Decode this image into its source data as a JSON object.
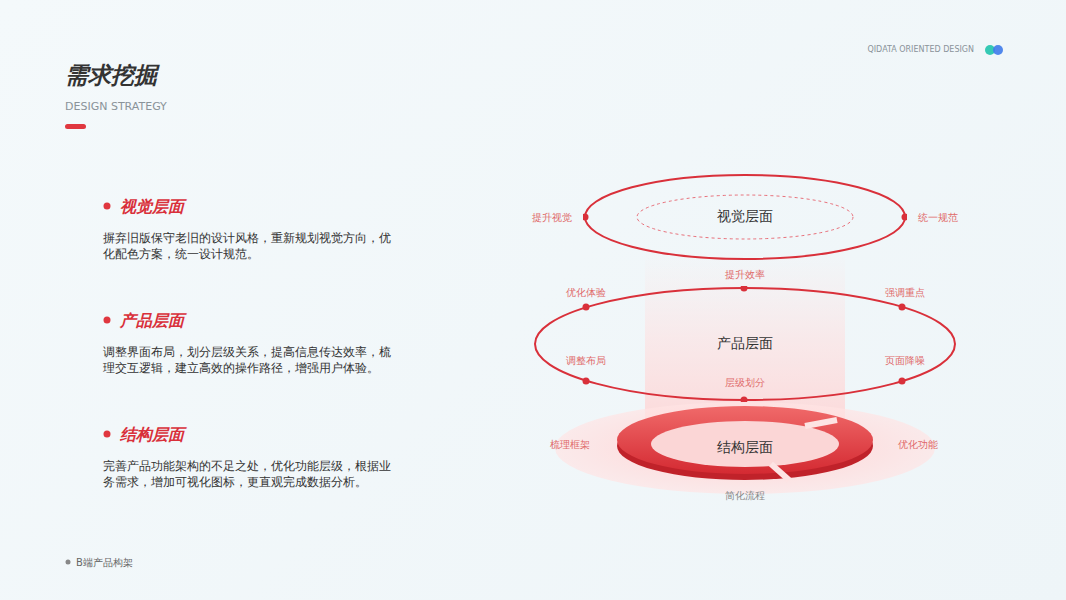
{
  "diagram": {
    "title": "需求挖掘",
    "nodes": [
      {
        "text": [
          "视觉层面"
        ]
      },
      {
        "text": [
          "产品层面"
        ]
      },
      {
        "text": [
          "结构层面"
        ]
      }
    ],
    "labels": [
      "DESIGN STRATEGY",
      "QIDATA ORIENTED DESIGN",
      "视觉层面",
      "摒弃旧版保守老旧的设计风格，重新规划视觉方向，优化配色方案，统一设计规范。",
      "产品层面",
      "调整界面布局，划分层级关系，提高信息传达效率，梳理交互逻辑，建立高效的操作路径，增强用户体验。",
      "结构层面",
      "完善产品功能架构的不足之处，优化功能层级，根据业务需求，增加可视化图标，更直观完成数据分析。",
      "提升视觉",
      "统一规范",
      "提升效率",
      "优化体验",
      "强调重点",
      "调整布局",
      "页面降噪",
      "层级划分",
      "梳理框架",
      "优化功能",
      "简化流程",
      "B端产品构架"
    ]
  }
}
